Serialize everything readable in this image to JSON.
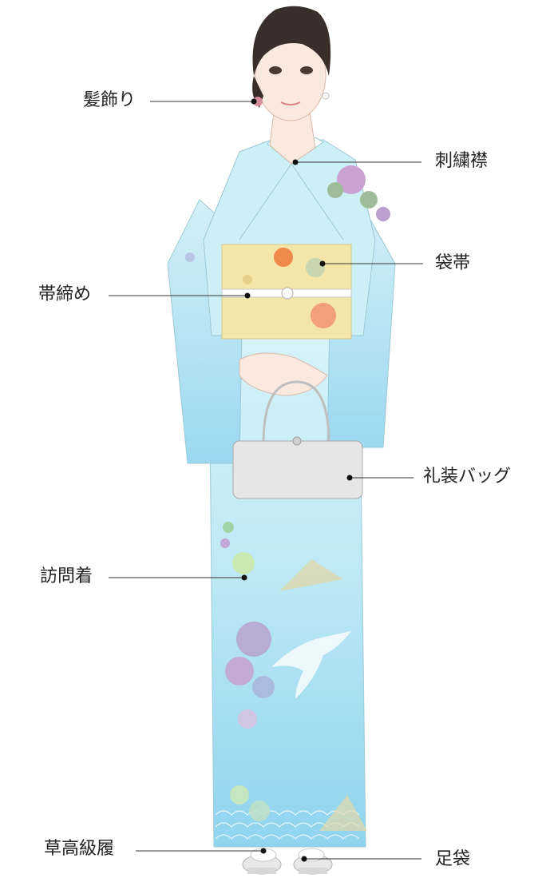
{
  "labels": {
    "kamikazari": "髪飾り",
    "shishu_eri": "刺繍襟",
    "fukuro_obi": "袋帯",
    "obijime": "帯締め",
    "reiso_bag": "礼装バッグ",
    "houmongi": "訪問着",
    "zouri": "草高級履",
    "tabi": "足袋"
  },
  "colors": {
    "kimono": "#cdeff6",
    "kimono_lower": "#9edcf0",
    "obi": "#f4e6a8",
    "hair": "#3a2e2b",
    "skin": "#fae9df",
    "bag": "#e6e6e6",
    "line": "#333333"
  }
}
